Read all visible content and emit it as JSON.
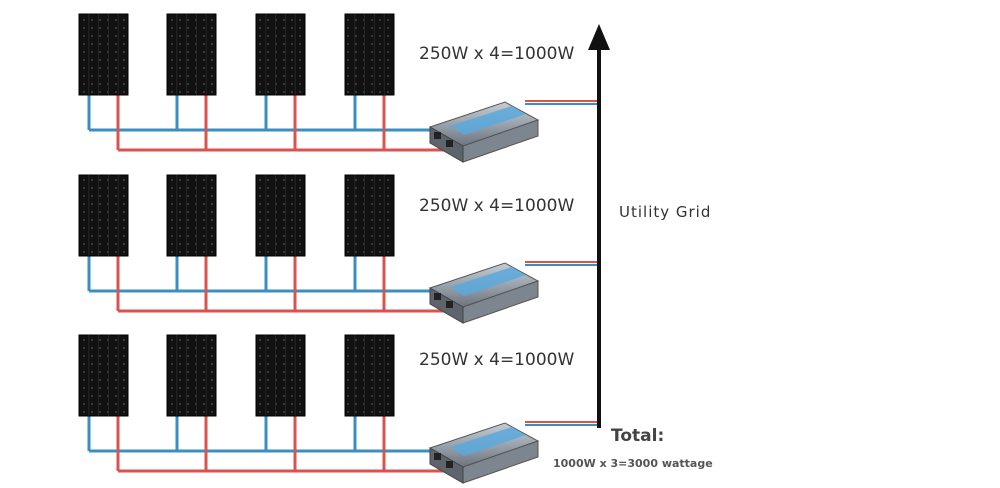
{
  "diagram": {
    "rows": [
      {
        "label": "250W x 4=1000W",
        "panel_count": 4,
        "panel_watt": 250
      },
      {
        "label": "250W x 4=1000W",
        "panel_count": 4,
        "panel_watt": 250
      },
      {
        "label": "250W x 4=1000W",
        "panel_count": 4,
        "panel_watt": 250
      }
    ],
    "grid_label": "Utility Grid",
    "total_title": "Total:",
    "total_detail": "1000W x 3=3000 wattage",
    "colors": {
      "panel": "#111111",
      "positive_wire": "#d9534f",
      "negative_wire": "#3a8fc0",
      "grid_line": "#111111",
      "inverter_body": "#9aa3ad",
      "inverter_stripe": "#5aa9dd"
    }
  }
}
